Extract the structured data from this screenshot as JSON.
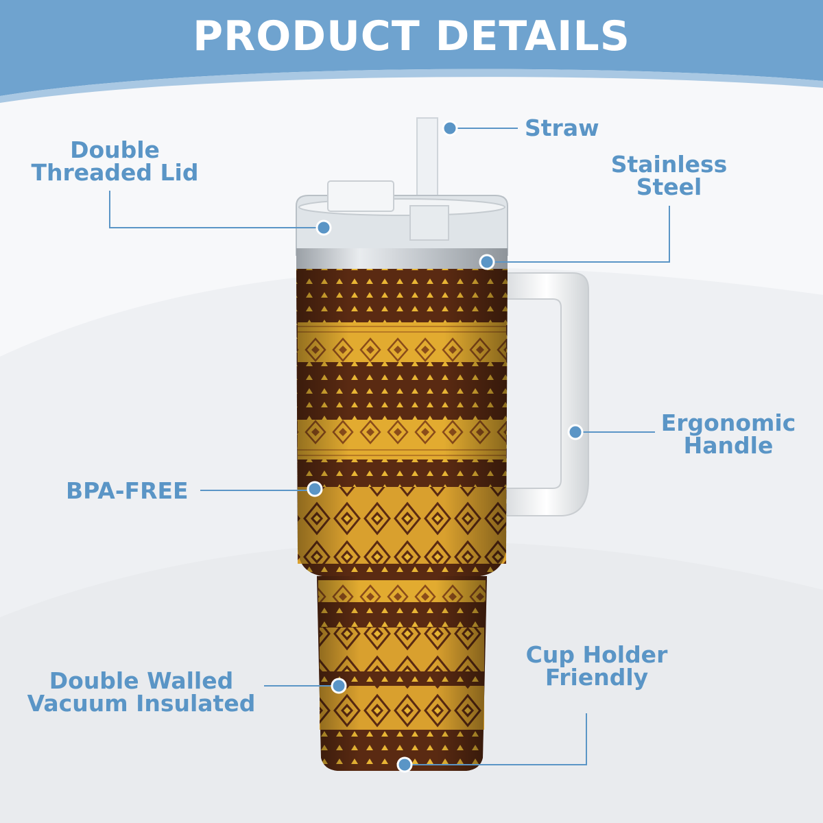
{
  "banner": {
    "title": "PRODUCT DETAILS"
  },
  "labels": {
    "straw": "Straw",
    "lid_line1": "Double",
    "lid_line2": "Threaded Lid",
    "steel_line1": "Stainless",
    "steel_line2": "Steel",
    "handle_line1": "Ergonomic",
    "handle_line2": "Handle",
    "bpa": "BPA-FREE",
    "walled_line1": "Double Walled",
    "walled_line2": "Vacuum Insulated",
    "cup_line1": "Cup Holder",
    "cup_line2": "Friendly"
  },
  "colors": {
    "banner": "#6fa3cf",
    "label": "#5a95c6",
    "pattern_dark": "#5a2a12",
    "pattern_gold": "#e8b534"
  }
}
